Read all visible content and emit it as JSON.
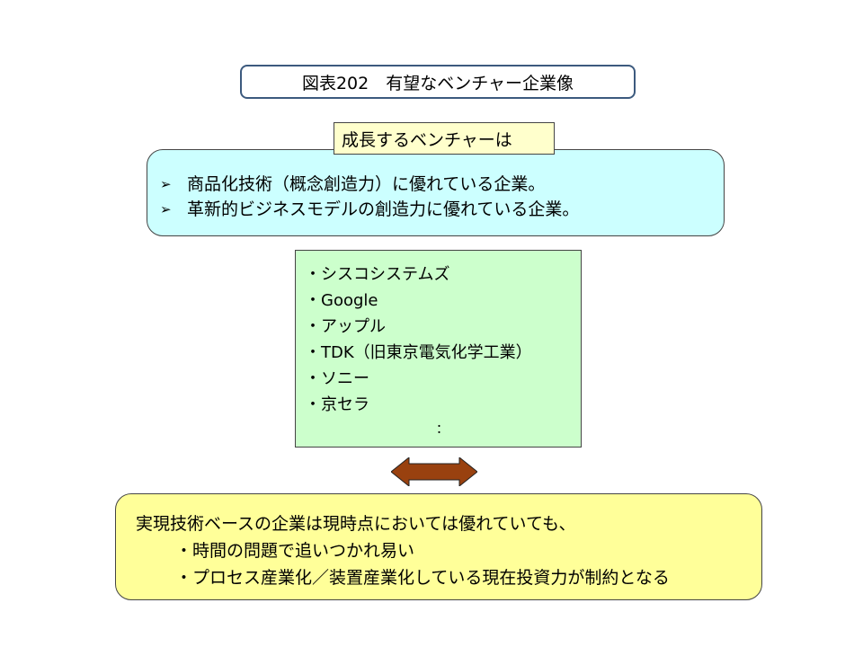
{
  "title": "図表202　有望なベンチャー企業像",
  "tab_label": "成長するベンチャーは",
  "criteria": [
    "商品化技術（概念創造力）に優れている企業。",
    "革新的ビジネスモデルの創造力に優れている企業。"
  ],
  "companies": [
    "・シスコシステムズ",
    "・Google",
    "・アップル",
    "・TDK（旧東京電気化学工業）",
    "・ソニー",
    "・京セラ"
  ],
  "companies_more": "：",
  "contrast": {
    "heading": "実現技術ベースの企業は現時点においては優れていても、",
    "points": [
      "・時間の問題で追いつかれ易い",
      "・プロセス産業化／装置産業化している現在投資力が制約となる"
    ]
  },
  "colors": {
    "title_border": "#3c5a7e",
    "cyan_fill": "#ccffff",
    "tab_fill": "#ffffcc",
    "green_fill": "#ccffcc",
    "yellow_fill": "#ffff99",
    "arrow_fill": "#99410f"
  },
  "icons": {
    "bullet": "arrowhead-bullet-icon",
    "connector": "double-arrow-icon"
  }
}
